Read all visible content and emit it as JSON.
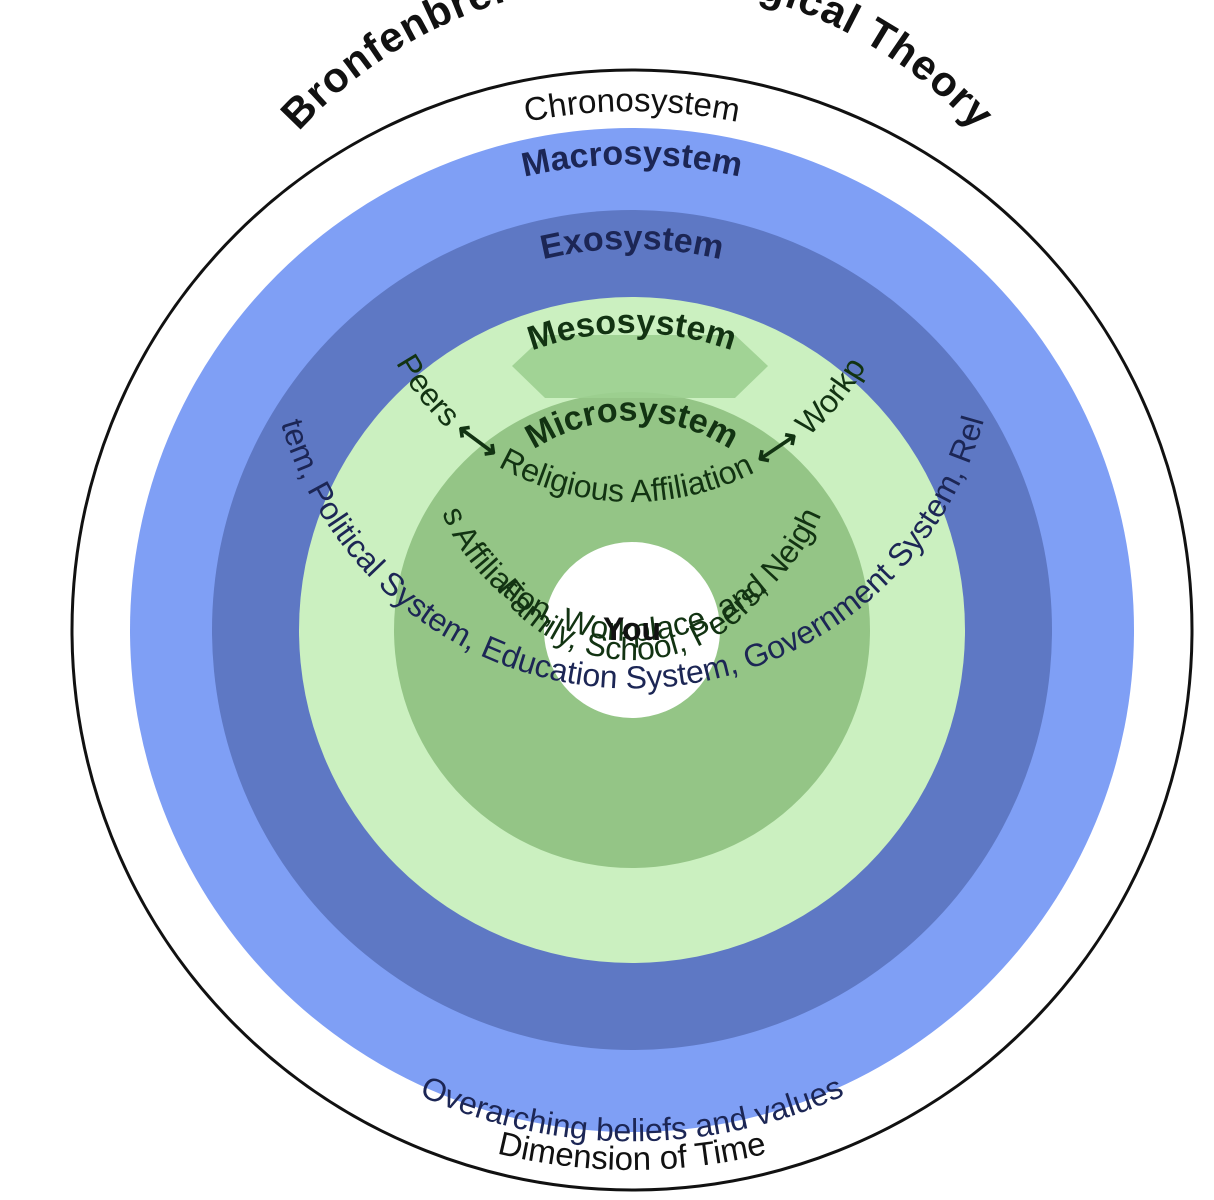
{
  "title": "Bronfenbrenner´s Ecological Theory",
  "center": {
    "label": "You"
  },
  "microsystem": {
    "label": "Microsystem",
    "contents_line1": "Family, School, Peers,",
    "contents_line2": "Religious Affiliation, Workplace, and Neighborhood"
  },
  "mesosystem": {
    "label": "Mesosystem",
    "items": [
      "Family",
      "School",
      "Peers",
      "Religious Affiliation",
      "Workplace",
      "Neighborhood"
    ],
    "connector": "⟷"
  },
  "exosystem": {
    "label": "Exosystem",
    "contents": "Economic System, Political System, Education System, Government System, Religious System"
  },
  "macrosystem": {
    "label": "Macrosystem",
    "contents": "Overarching beliefs and values"
  },
  "chronosystem": {
    "label": "Chronosystem",
    "contents": "Dimension of Time"
  },
  "colors": {
    "chronosystem": "#ffffff",
    "macrosystem": "#7f9ff5",
    "exosystem": "#5e78c4",
    "mesosystem": "#cbf0c0",
    "microsystem": "#94c586",
    "center": "#ffffff",
    "dark_text": "#1c2655",
    "green_text": "#123312",
    "outline": "#111111"
  }
}
